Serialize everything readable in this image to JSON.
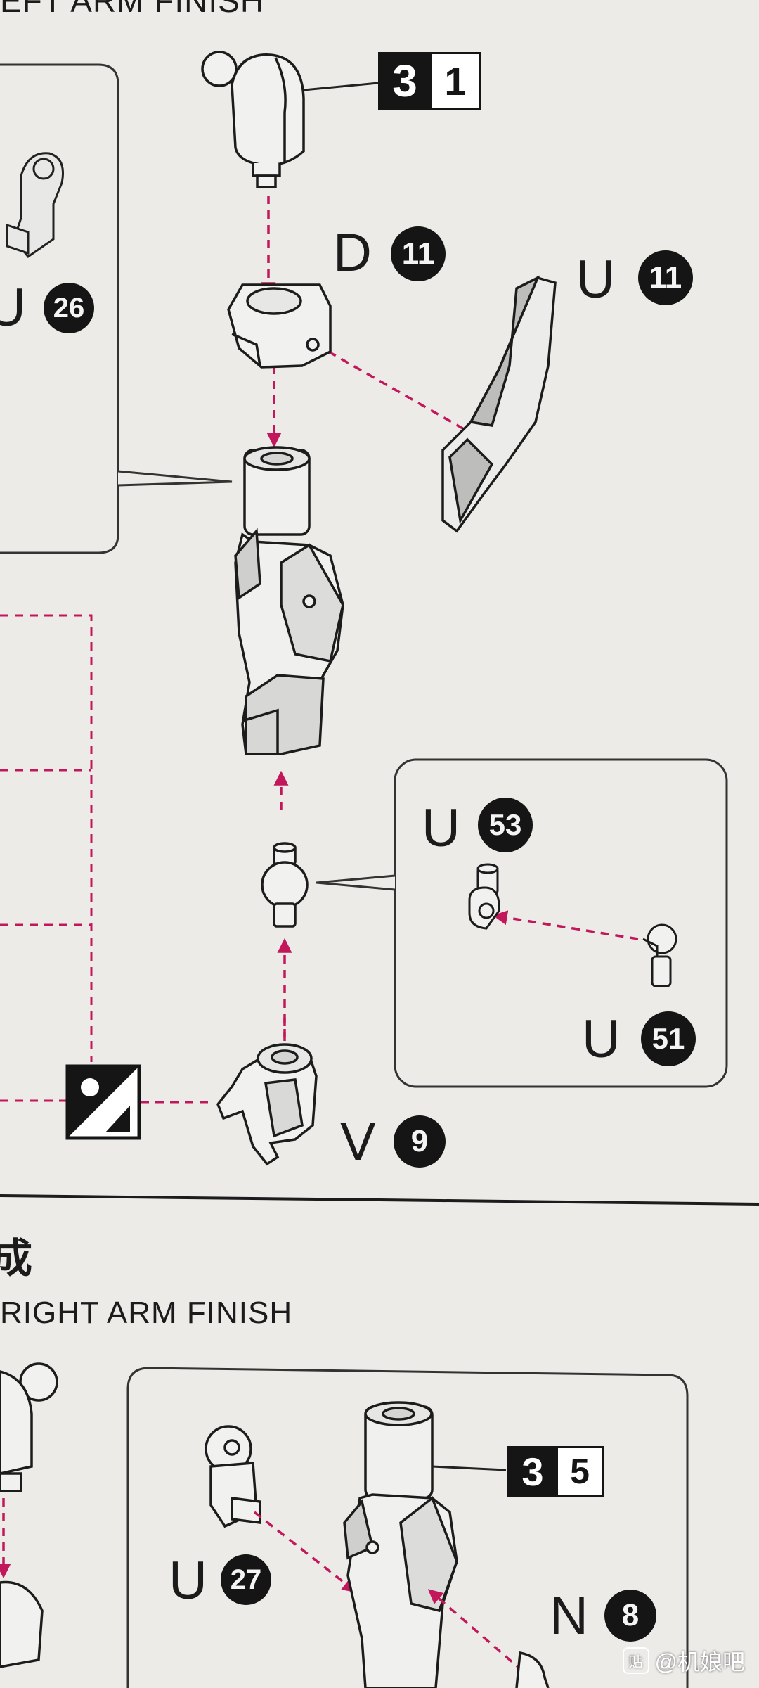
{
  "header": {
    "top_title": "EFT ARM FINISH"
  },
  "step_top": {
    "num_a": "3",
    "num_b": "1"
  },
  "callouts_top": {
    "inset_left_part": {
      "letter": "U",
      "number": "26"
    },
    "d11": {
      "letter": "D",
      "number": "11"
    },
    "u11": {
      "letter": "U",
      "number": "11"
    },
    "u53": {
      "letter": "U",
      "number": "53"
    },
    "u51": {
      "letter": "U",
      "number": "51"
    },
    "v9": {
      "letter": "V",
      "number": "9"
    }
  },
  "section2": {
    "cn_title": "成",
    "en_title": "RIGHT ARM FINISH"
  },
  "step_bottom": {
    "num_a": "3",
    "num_b": "5"
  },
  "callouts_bottom": {
    "u27": {
      "letter": "U",
      "number": "27"
    },
    "n8": {
      "letter": "N",
      "number": "8"
    }
  },
  "watermark": {
    "icon": "贴",
    "text": "@机娘吧"
  },
  "colors": {
    "arrow": "#c2185b",
    "ink": "#1b1b1b",
    "paper": "#ecebe8"
  }
}
